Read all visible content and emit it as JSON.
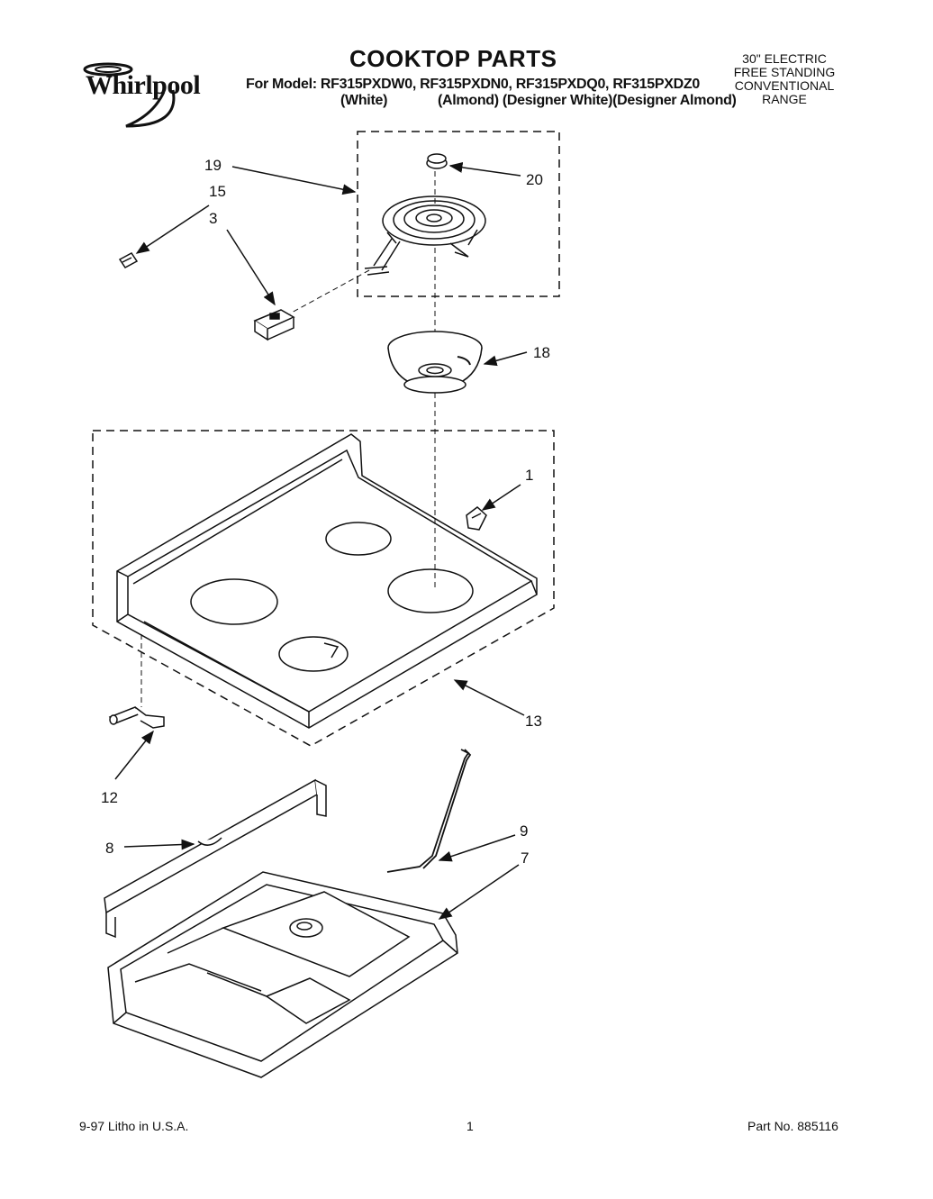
{
  "header": {
    "brand": "Whirlpool",
    "title": "COOKTOP PARTS",
    "models_line": "For Model: RF315PXDW0, RF315PXDN0, RF315PXDQ0, RF315PXDZ0",
    "finishes": [
      "(White)",
      "(Almond)",
      "(Designer White)",
      "(Designer Almond)"
    ],
    "range_type": [
      "30\" ELECTRIC",
      "FREE STANDING",
      "CONVENTIONAL",
      "RANGE"
    ]
  },
  "callouts": {
    "c19": "19",
    "c20": "20",
    "c15": "15",
    "c3": "3",
    "c18": "18",
    "c1": "1",
    "c13": "13",
    "c12": "12",
    "c8": "8",
    "c9": "9",
    "c7": "7"
  },
  "footer": {
    "litho": "9-97 Litho in U.S.A.",
    "page": "1",
    "part_no": "Part No. 885116"
  }
}
